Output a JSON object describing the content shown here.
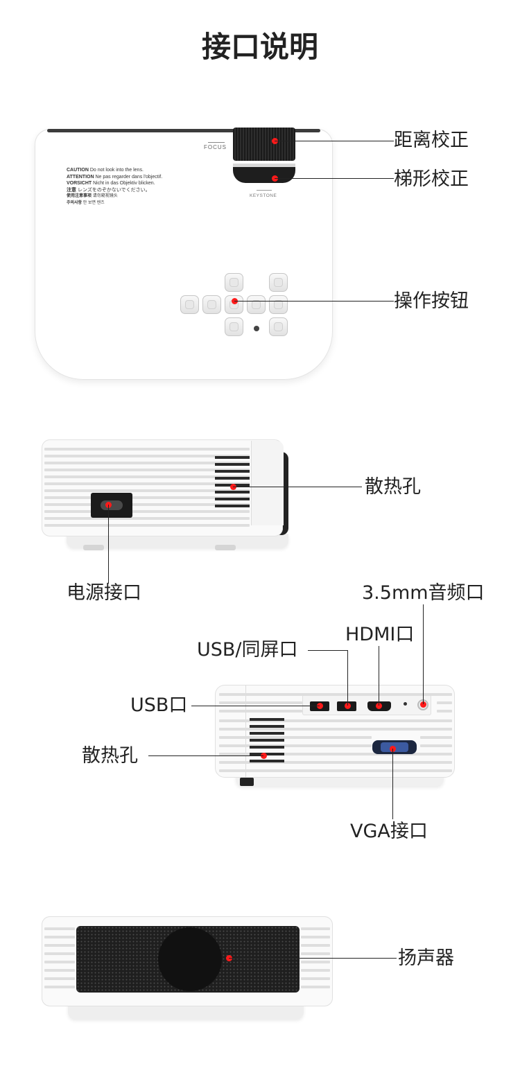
{
  "title": "接口说明",
  "device1": {
    "focus_label": "FOCUS",
    "keystone_label": "KEYSTONE",
    "caution": [
      {
        "head": "CAUTION",
        "text": "Do not look into the lens."
      },
      {
        "head": "ATTENTION",
        "text": "Ne pas regarder dans l'objectif."
      },
      {
        "head": "VORSICHT",
        "text": "Nicht in das Objektiv blicken."
      },
      {
        "head": "注意",
        "text": "レンズをのぞかないでください。"
      },
      {
        "head": "使用注意事项",
        "text": "请勿窥视镜头"
      },
      {
        "head": "주의사항",
        "text": "안 보면 렌즈"
      }
    ]
  },
  "labels": {
    "distance_correction": "距离校正",
    "keystone_correction": "梯形校正",
    "operation_buttons": "操作按钮",
    "heat_vent_side": "散热孔",
    "power_port": "电源接口",
    "audio_port": "3.5mm音频口",
    "hdmi_port": "HDMI口",
    "usb_mirror_port": "USB/同屏口",
    "usb_port": "USB口",
    "heat_vent_back": "散热孔",
    "vga_port": "VGA接口",
    "speaker": "扬声器"
  },
  "colors": {
    "marker": "#ff1a1a",
    "text": "#222222",
    "body": "#ffffff",
    "vent": "#dedede",
    "dark": "#2a2a2a"
  }
}
